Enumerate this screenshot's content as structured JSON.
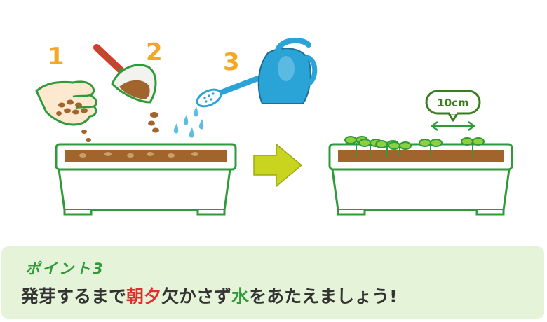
{
  "steps": [
    "1",
    "2",
    "3"
  ],
  "spacing_label": "10cm",
  "point": {
    "title": "ポイント3",
    "message_parts": [
      {
        "text": "発芽するまで",
        "tone": "normal"
      },
      {
        "text": "朝夕",
        "tone": "red"
      },
      {
        "text": "欠かさず",
        "tone": "normal"
      },
      {
        "text": "水",
        "tone": "green"
      },
      {
        "text": "をあたえましょう!",
        "tone": "normal"
      }
    ]
  },
  "colors": {
    "step_number": "#f5a623",
    "planter_outline": "#2f9a3a",
    "soil": "#a0642c",
    "arrow": "#c8d41e",
    "watering_can": "#2aa3d6",
    "point_bg": "#e5f3d8",
    "highlight_red": "#e52d2d",
    "highlight_green": "#2f9a3a"
  }
}
